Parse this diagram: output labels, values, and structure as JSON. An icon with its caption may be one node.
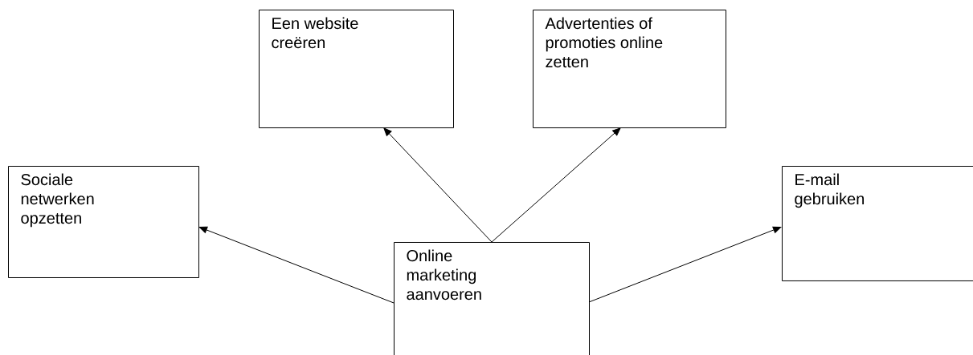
{
  "diagram": {
    "nodes": [
      {
        "text": [
          "Een website creëren"
        ]
      },
      {
        "text": [
          "Advertenties of promoties online zetten"
        ]
      },
      {
        "text": [
          "Sociale netwerken opzetten"
        ]
      },
      {
        "text": [
          "E-mail gebruiken"
        ]
      },
      {
        "text": [
          "Online marketing aanvoeren"
        ]
      }
    ],
    "edges": [
      {
        "from": 4,
        "to": 0,
        "arrow": "to"
      },
      {
        "from": 4,
        "to": 1,
        "arrow": "to"
      },
      {
        "from": 4,
        "to": 2,
        "arrow": "to"
      },
      {
        "from": 4,
        "to": 3,
        "arrow": "to"
      }
    ]
  }
}
